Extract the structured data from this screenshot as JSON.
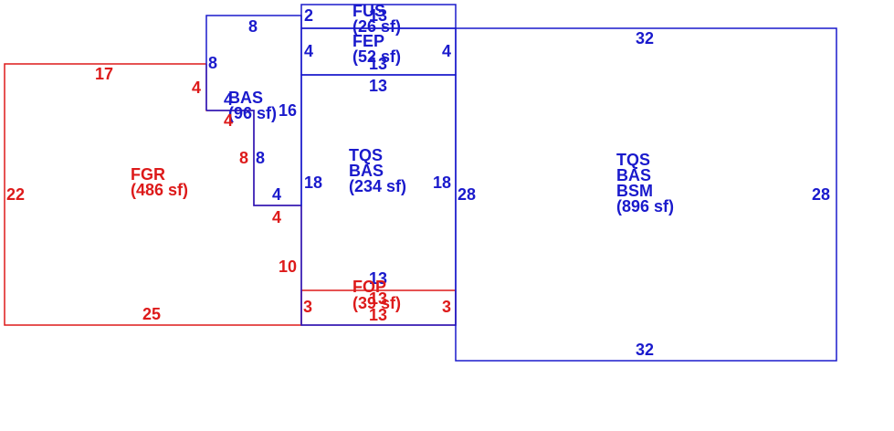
{
  "colors": {
    "blue": "#1a1acc",
    "red": "#dd1a1a",
    "background": "#ffffff"
  },
  "areas": {
    "bsm": {
      "codes": [
        "TQS",
        "BAS",
        "BSM"
      ],
      "area": "(896 sf)"
    },
    "tqs_bas": {
      "codes": [
        "TQS",
        "BAS"
      ],
      "area": "(234 sf)"
    },
    "bas_small": {
      "codes": [
        "BAS"
      ],
      "area": "(96 sf)"
    },
    "fgr": {
      "codes": [
        "FGR"
      ],
      "area": "(486 sf)"
    },
    "fep": {
      "codes": [
        "FEP"
      ],
      "area": "(52 sf)"
    },
    "fus": {
      "codes": [
        "FUS"
      ],
      "area": "(26 sf)"
    },
    "fop": {
      "codes": [
        "FOP"
      ],
      "area": "(39 sf)"
    }
  },
  "dimensions": {
    "bsm_top": "32",
    "bsm_bottom": "32",
    "bsm_left": "28",
    "bsm_right": "28",
    "tqs_left": "18",
    "tqs_right": "18",
    "tqs_top": "13",
    "tqs_bottom": "13",
    "fep_left": "4",
    "fep_right": "4",
    "fep_bottom": "13",
    "fus_left": "2",
    "fus_top": "13",
    "bas_top": "8",
    "bas_left_upper": "8",
    "bas_step": "4",
    "bas_right": "16",
    "bas_inner": "8",
    "bas_lower_step": "4",
    "fgr_top": "17",
    "fgr_left": "22",
    "fgr_bottom": "25",
    "fgr_step_upper": "4",
    "fgr_step_lower": "4",
    "fgr_inner": "8",
    "fgr_right_step": "4",
    "fgr_right": "10",
    "fop_left": "3",
    "fop_right": "3",
    "fop_top": "13",
    "fop_bottom": "13"
  }
}
